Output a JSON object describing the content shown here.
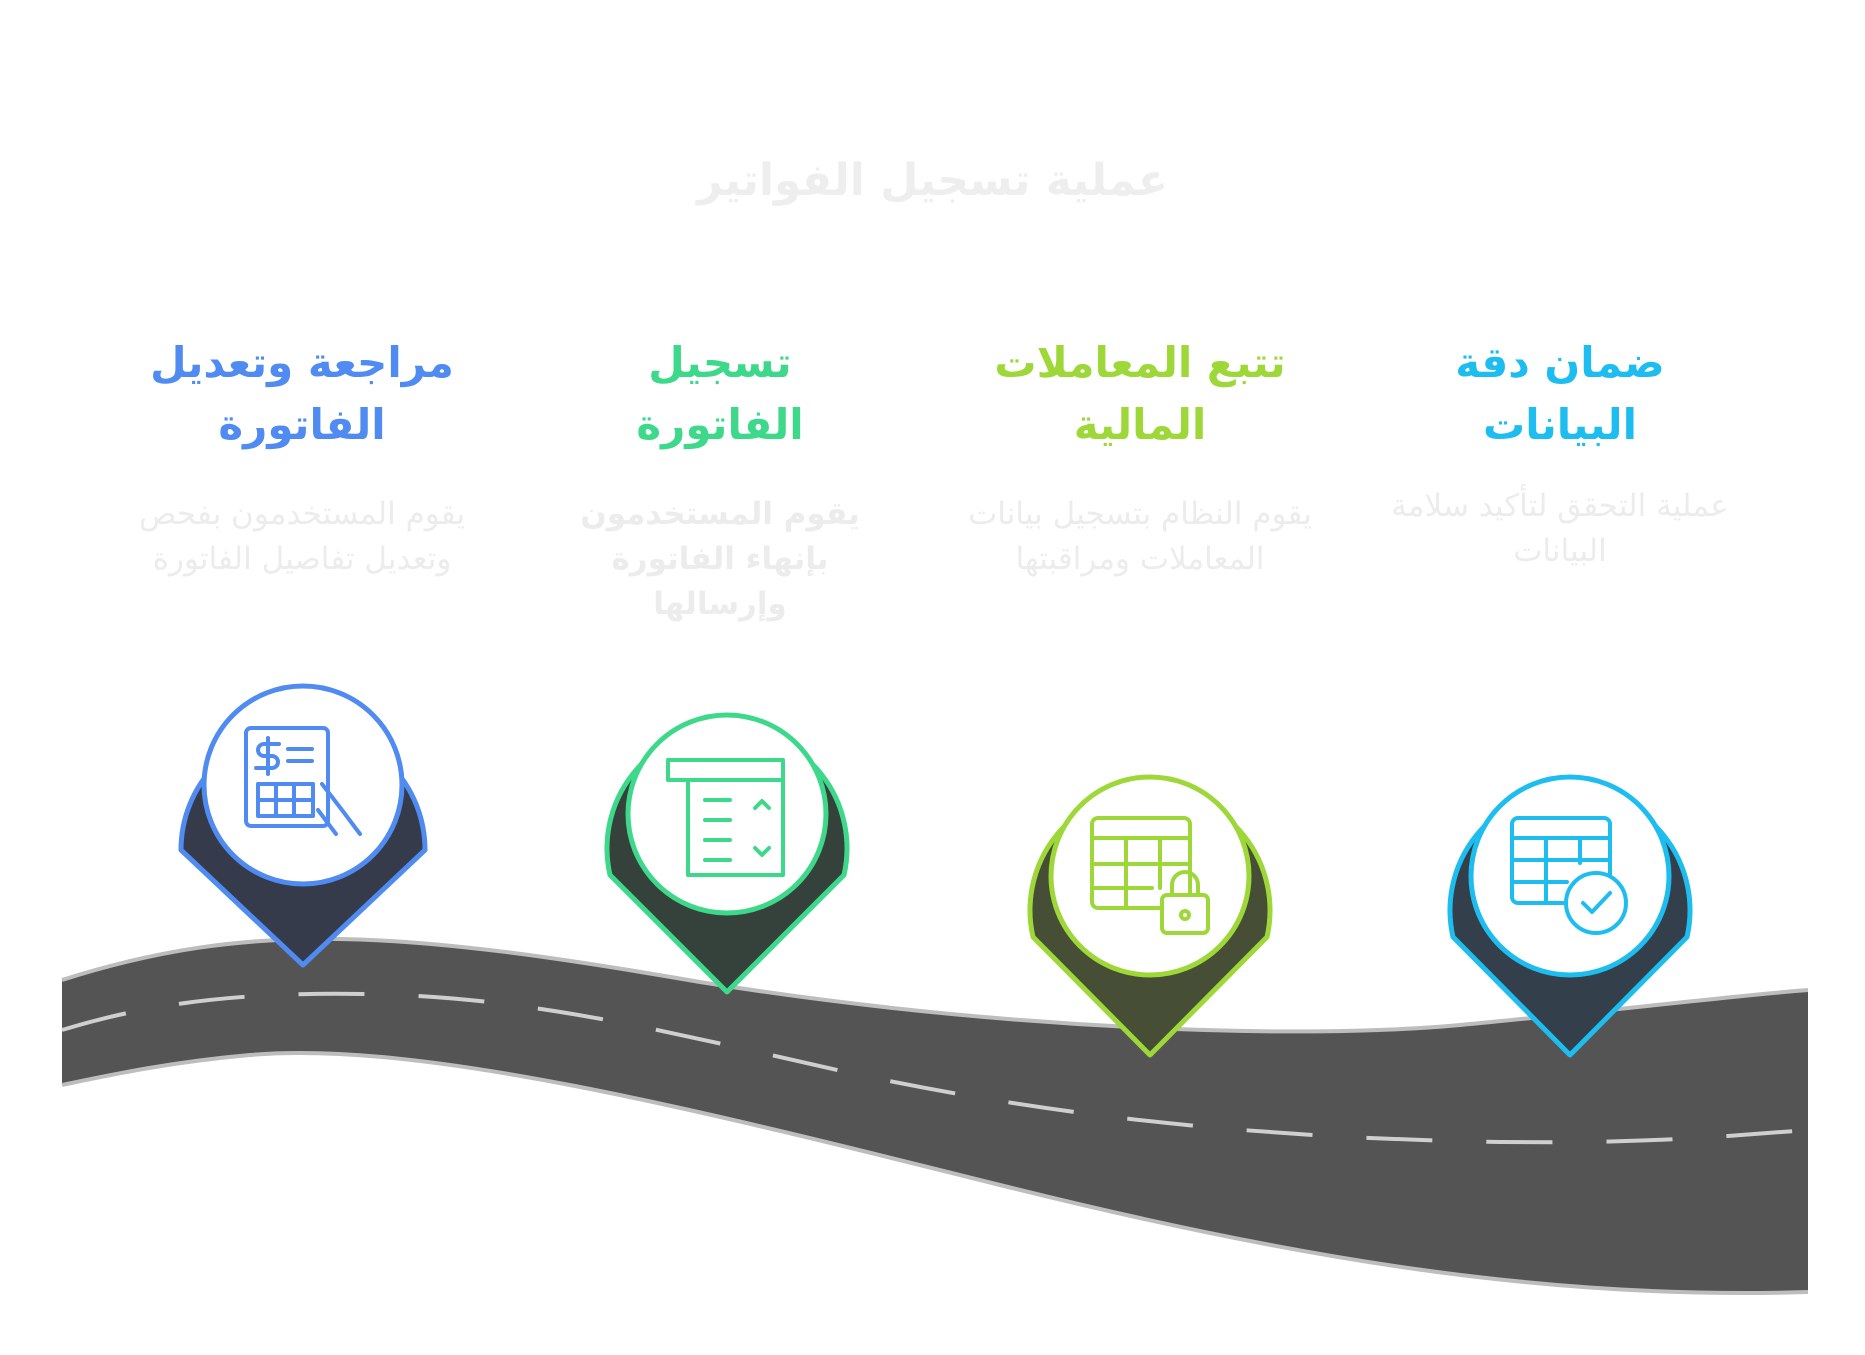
{
  "title": "عملية تسجيل الفواتير",
  "steps": [
    {
      "title_line1": "مراجعة وتعديل",
      "title_line2": "الفاتورة",
      "description": "يقوم المستخدمون بفحص وتعديل تفاصيل الفاتورة",
      "color": "#4f8bf0",
      "icon": "invoice-hand-icon"
    },
    {
      "title_line1": "تسجيل",
      "title_line2": "الفاتورة",
      "description": "يقوم المستخدمون بإنهاء الفاتورة وإرسالها",
      "color": "#3ed88b",
      "icon": "receipt-printer-icon"
    },
    {
      "title_line1": "تتبع المعاملات",
      "title_line2": "المالية",
      "description": "يقوم النظام بتسجيل بيانات المعاملات ومراقبتها",
      "color": "#9ed838",
      "icon": "table-lock-icon"
    },
    {
      "title_line1": "ضمان دقة",
      "title_line2": "البيانات",
      "description": "عملية التحقق لتأكيد سلامة البيانات",
      "color": "#1ebdf0",
      "icon": "table-check-icon"
    }
  ]
}
